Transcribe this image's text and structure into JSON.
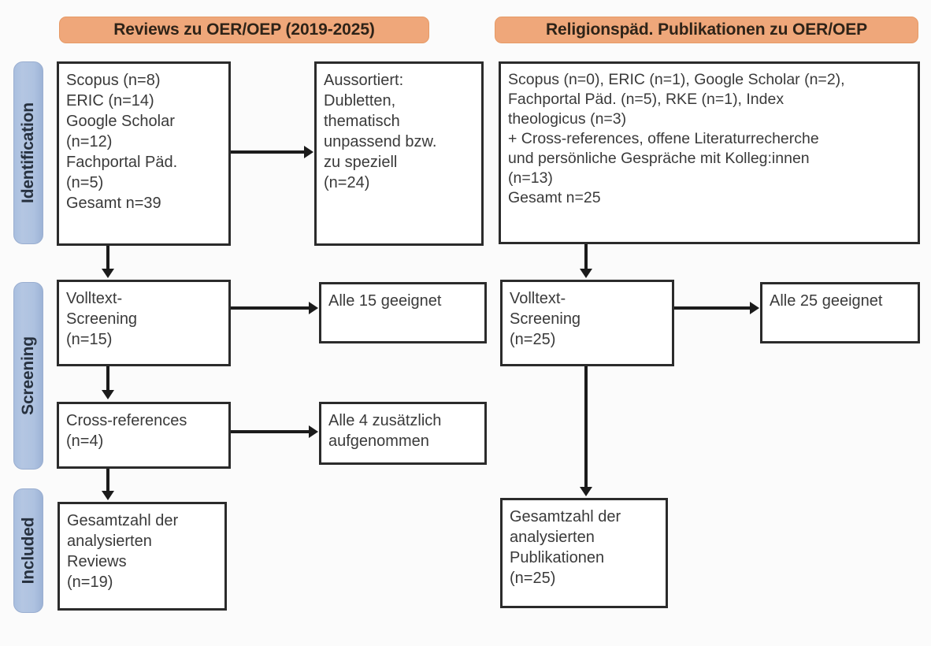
{
  "diagram": {
    "type": "prisma-flow-diagram",
    "phases": [
      {
        "key": "identification",
        "label": "Identification"
      },
      {
        "key": "screening",
        "label": "Screening"
      },
      {
        "key": "included",
        "label": "Included"
      }
    ],
    "columns": [
      {
        "key": "left",
        "header": "Reviews zu OER/OEP (2019-2025)"
      },
      {
        "key": "right",
        "header": "Religionspäd. Publikationen zu OER/OEP"
      }
    ],
    "boxes": {
      "left_identification_sources": "Scopus (n=8)\nERIC (n=14)\nGoogle Scholar\n(n=12)\nFachportal Päd.\n(n=5)\nGesamt n=39",
      "left_identification_excluded": "Aussortiert:\nDubletten,\nthematisch\nunpassend bzw.\nzu speziell\n(n=24)",
      "left_screening_fulltext": "Volltext-\nScreening\n(n=15)",
      "left_screening_eligible": "Alle 15 geeignet",
      "left_screening_crossrefs": "Cross-references\n(n=4)",
      "left_screening_crossrefs_added": "Alle 4 zusätzlich\naufgenommen",
      "left_included_total": "Gesamtzahl der\nanalysierten\nReviews\n(n=19)",
      "right_identification_sources": "Scopus (n=0), ERIC (n=1), Google Scholar (n=2),\nFachportal Päd. (n=5), RKE (n=1), Index\ntheologicus (n=3)\n+ Cross-references, offene Literaturrecherche\nund persönliche Gespräche mit Kolleg:innen\n(n=13)\nGesamt n=25",
      "right_screening_fulltext": "Volltext-\nScreening\n(n=25)",
      "right_screening_eligible": "Alle 25 geeignet",
      "right_included_total": "Gesamtzahl der\nanalysierten\nPublikationen\n(n=25)"
    },
    "counts": {
      "left_scopus": 8,
      "left_eric": 14,
      "left_google_scholar": 12,
      "left_fachportal": 5,
      "left_total_identified": 39,
      "left_excluded": 24,
      "left_fulltext_screened": 15,
      "left_eligible": 15,
      "left_crossrefs": 4,
      "left_crossrefs_added": 4,
      "left_included": 19,
      "right_scopus": 0,
      "right_eric": 1,
      "right_google_scholar": 2,
      "right_fachportal": 5,
      "right_rke": 1,
      "right_index_theologicus": 3,
      "right_other_sources": 13,
      "right_total_identified": 25,
      "right_fulltext_screened": 25,
      "right_eligible": 25,
      "right_included": 25
    },
    "colors": {
      "header_orange": "#efa77a",
      "phase_blue": "#b4c6e2",
      "box_border": "#2b2b2b",
      "box_fill": "#ffffff",
      "text": "#3a3a3a",
      "connector": "#1b1b1b",
      "background": "#fbfbfb"
    }
  }
}
